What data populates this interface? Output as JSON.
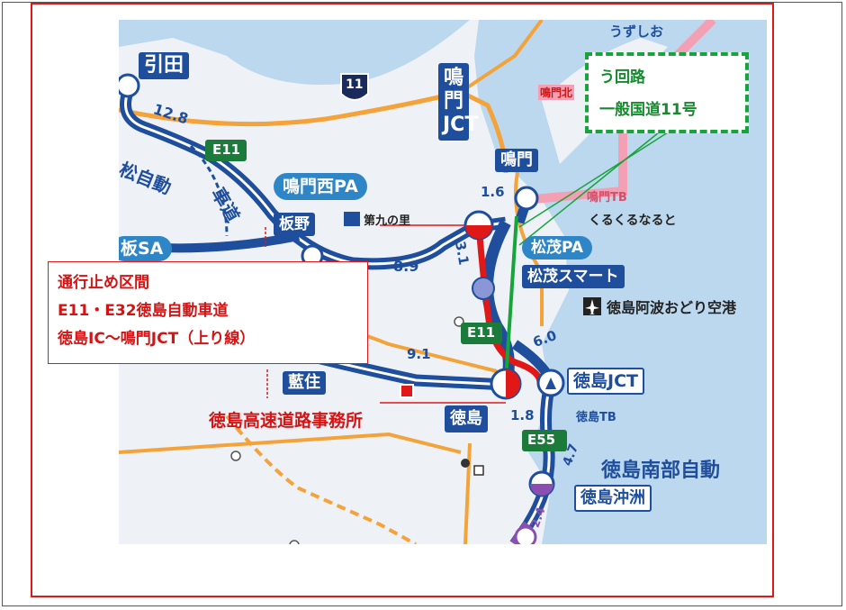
{
  "callout": {
    "line1": "通行止め区間",
    "line2": "E11・E32徳島自動車道",
    "line3": "徳島IC～鳴門JCT（上り線）"
  },
  "detour": {
    "line1": "う回路",
    "line2": "一般国道11号"
  },
  "labels": {
    "hikita": "引田",
    "dist_12_8": "12.8",
    "route_11": "11",
    "e11": "E11",
    "naruto_jct": "鳴門JCT",
    "naruto": "鳴門",
    "naruto_nishi_pa": "鳴門西PA",
    "dist_1_6": "1.6",
    "itano": "板野",
    "daiku": "第九の里",
    "itano_sa": "板SA",
    "dist_3_1": "3.1",
    "dist_8_9": "8.9",
    "matsushige_pa": "松茂PA",
    "matsushige_smart": "松茂スマート",
    "airport": "徳島阿波おどり空港",
    "e11_b": "E11",
    "dist_6_0": "6.0",
    "dist_9_1": "9.1",
    "aizumi": "藍住",
    "tokushima_jct": "徳島JCT",
    "office": "徳島高速道路事務所",
    "tokushima": "徳島",
    "dist_1_8": "1.8",
    "tokushima_tb": "徳島TB",
    "e55": "E55",
    "dist_4_7": "4.7",
    "tokushima_nanbu": "徳島南部自動",
    "tokushima_okinosu": "徳島沖洲",
    "dist_2_4": "2.4",
    "uzushio": "うずしお",
    "naruto_tb": "鳴門TB",
    "kurukuru": "くるくるなると",
    "naruto_kita": "鳴門北",
    "matsu_jido": "松自動",
    "sha_do": "車道"
  },
  "colors": {
    "closure": "#e01818",
    "detour": "#17a43a",
    "expressway": "#1e4e9c",
    "national_road": "#f4a23a",
    "sea": "#bcd8ee"
  },
  "icons": [
    "airplane-icon",
    "pa-icon",
    "ic-circle-icon",
    "office-square-icon"
  ]
}
